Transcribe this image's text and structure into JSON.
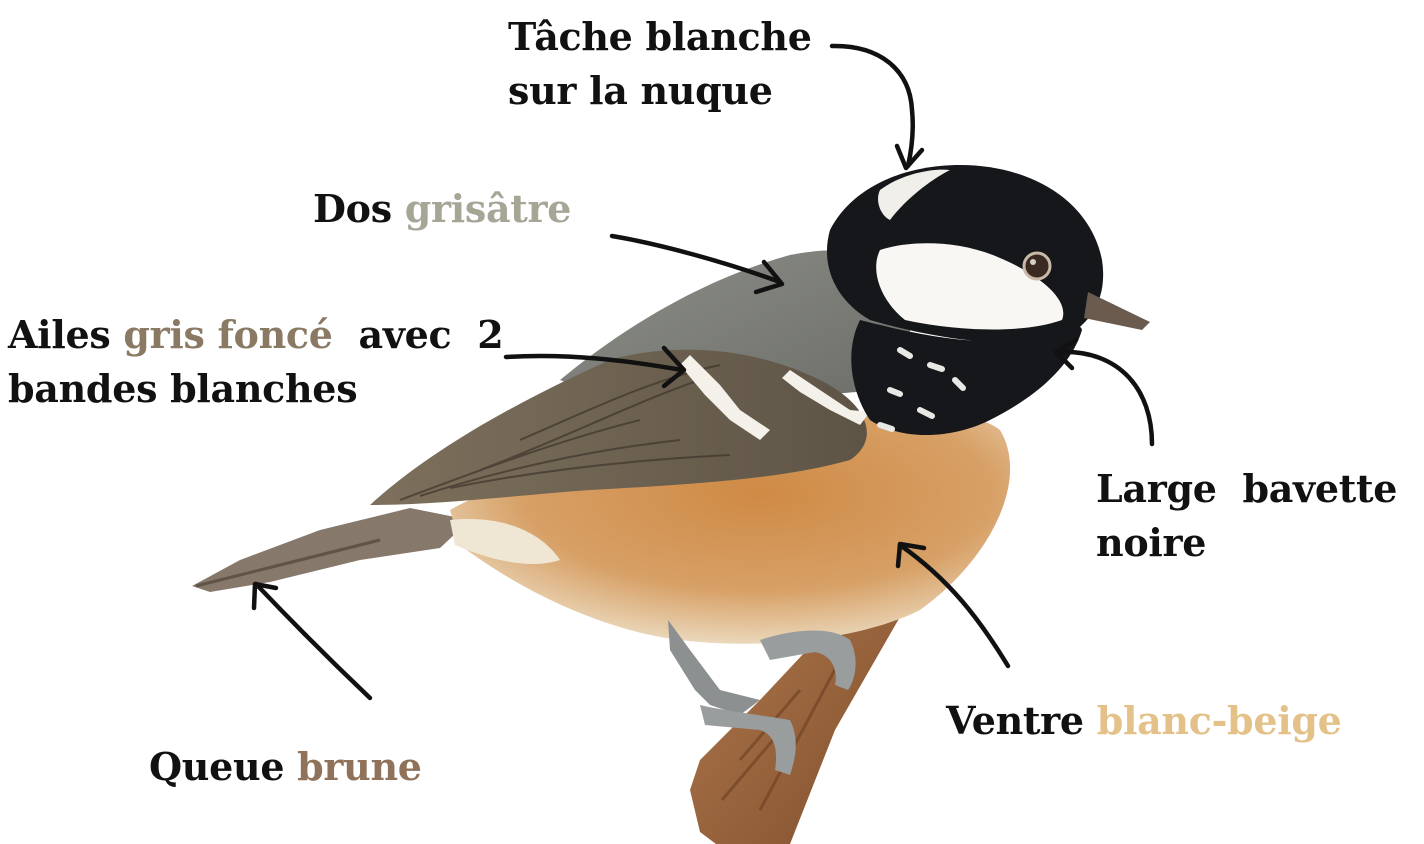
{
  "annotations": {
    "nuque": {
      "line1": "Tâche  blanche",
      "line2": "sur la nuque"
    },
    "dos": {
      "prefix": "Dos ",
      "colored": "grisâtre"
    },
    "ailes": {
      "prefix": "Ailes ",
      "colored": "gris foncé",
      "suffix": "  avec  2",
      "line2": "bandes blanches"
    },
    "bavette": {
      "line1": "Large  bavette",
      "line2": "noire"
    },
    "ventre": {
      "prefix": "Ventre ",
      "colored": "blanc-beige"
    },
    "queue": {
      "prefix": "Queue ",
      "colored": "brune"
    }
  },
  "colors": {
    "label_text": "#111111",
    "dos_gray": "#a7a595",
    "wing_gray": "#8a7a63",
    "tail_brown": "#8f7259",
    "belly_beige": "#e3c189"
  }
}
